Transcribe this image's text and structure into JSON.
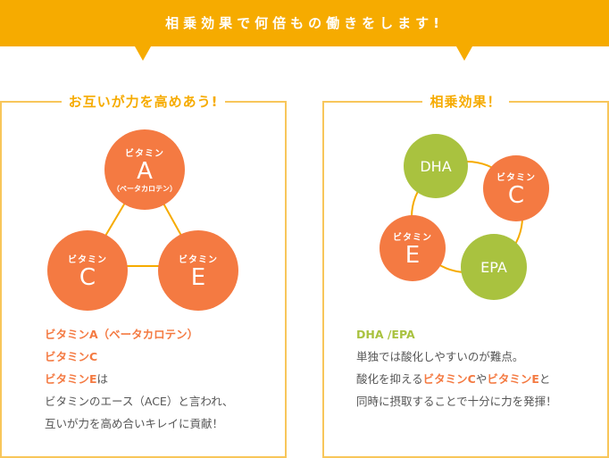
{
  "banner": {
    "title": "相乗効果で何倍もの働きをします!"
  },
  "left": {
    "title": "お互いが力を高めあう!",
    "circles": {
      "a": {
        "label": "ビタミン",
        "letter": "A",
        "sub": "（ベータカロテン）"
      },
      "c": {
        "label": "ビタミン",
        "letter": "C"
      },
      "e": {
        "label": "ビタミン",
        "letter": "E"
      }
    },
    "lines": [
      "ビタミンA（ベータカロテン）",
      "ビタミンC",
      "ビタミンE",
      "は",
      "ビタミンのエース（ACE）と言われ、",
      "互いが力を高め合いキレイに貢献！"
    ]
  },
  "right": {
    "title": "相乗効果！",
    "circles": {
      "dha": "DHA",
      "c": {
        "label": "ビタミン",
        "letter": "C"
      },
      "e": {
        "label": "ビタミン",
        "letter": "E"
      },
      "epa": "EPA"
    },
    "heading": "DHA /EPA",
    "line1": "単独では酸化しやすいのが難点。",
    "line2a": "酸化を抑える",
    "line2b": "ビタミンC",
    "line2c": "や",
    "line2d": "ビタミンE",
    "line2e": "と",
    "line3": "同時に摂取することで十分に力を発揮！"
  },
  "colors": {
    "gold": "#f6ab00",
    "orange": "#f47a42",
    "green": "#a9c23f"
  }
}
